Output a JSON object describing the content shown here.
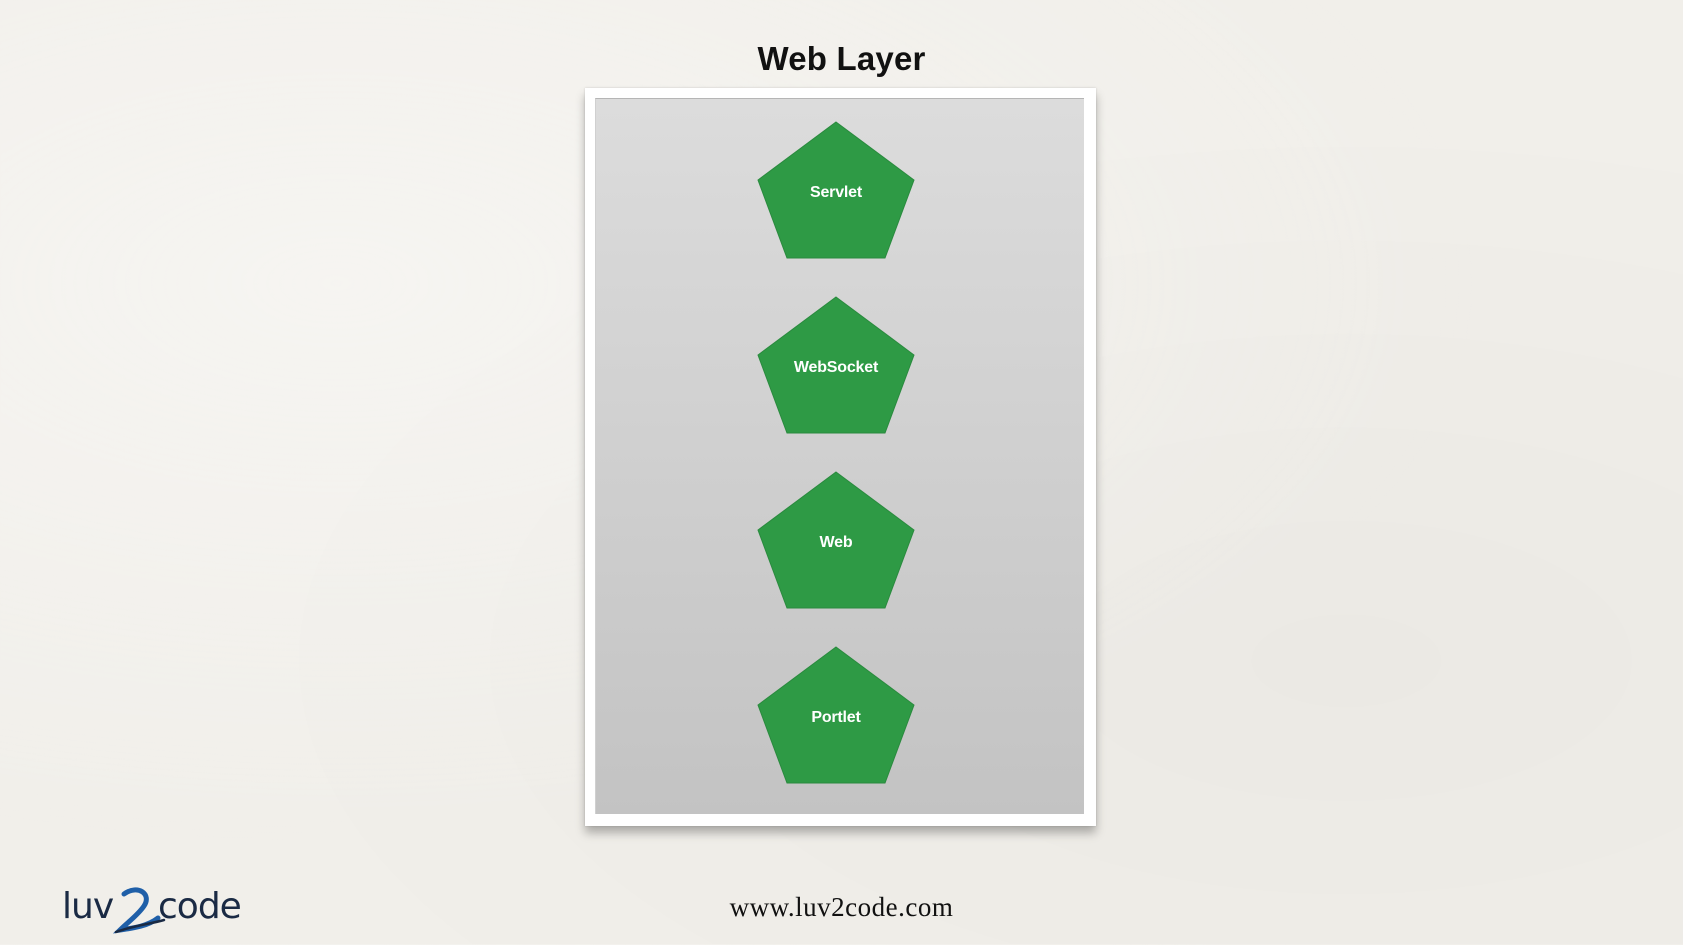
{
  "slide": {
    "title": "Web Layer",
    "footer_url": "www.luv2code.com"
  },
  "logo": {
    "text": "luv2code",
    "colors": {
      "text": "#1a2a44",
      "accent": "#1f5fa8"
    }
  },
  "diagram": {
    "shape": "pentagon",
    "fill_color": "#2e9a45",
    "panel_gradient": [
      "#dcdcdc",
      "#c3c3c3"
    ],
    "modules": [
      {
        "label": "Servlet"
      },
      {
        "label": "WebSocket"
      },
      {
        "label": "Web"
      },
      {
        "label": "Portlet"
      }
    ]
  }
}
